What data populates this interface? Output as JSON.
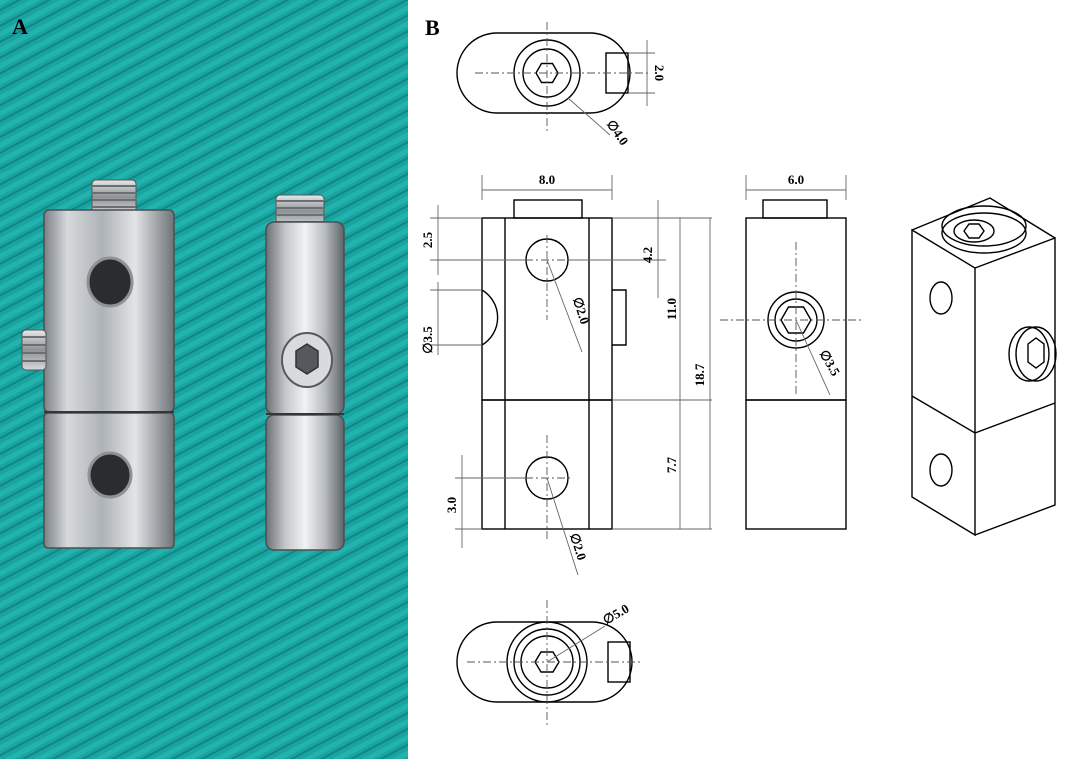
{
  "panels": {
    "a": {
      "label": "A"
    },
    "b": {
      "label": "B"
    }
  },
  "colors": {
    "background_fabric": "#1aa3a0",
    "metal": "#c9cdd0",
    "line": "#000000",
    "dimension_line": "#6e6e6e"
  },
  "icons": {
    "hex_socket": "hex-socket-icon"
  },
  "dimensions": {
    "top_tab_height": "2.0",
    "top_socket_dia": "∅4.0",
    "front_width": "8.0",
    "side_width": "6.0",
    "top_hole_offset": "2.5",
    "side_hole_offset": "4.2",
    "side_notch_dia": "∅3.5",
    "upper_hole_dia": "∅2.0",
    "upper_height": "11.0",
    "total_height": "18.7",
    "lower_height": "7.7",
    "bottom_hole_offset": "3.0",
    "lower_hole_dia": "∅2.0",
    "side_socket_dia": "∅3.5",
    "bottom_socket_dia": "∅5.0"
  }
}
